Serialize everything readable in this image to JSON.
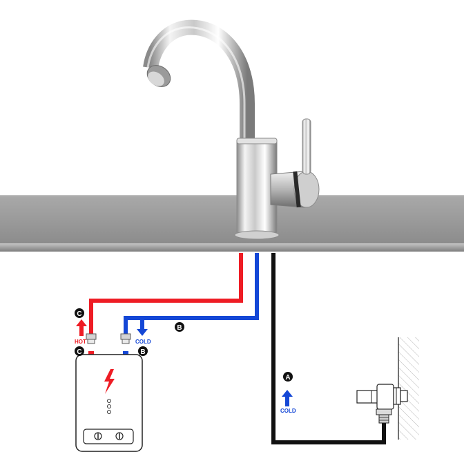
{
  "labels": {
    "hot": "HOT",
    "cold_heater": "COLD",
    "cold_supply": "COLD"
  },
  "badges": {
    "a": "A",
    "b_upper": "B",
    "b_lower": "B",
    "c_upper": "C",
    "c_lower": "C"
  },
  "colors": {
    "hot": "#ee1c24",
    "cold": "#1447d6",
    "supply": "#111111",
    "counter_top": "#b5b5b5",
    "counter_bottom": "#8a8a8a",
    "chrome": "#c8c8c8"
  },
  "icons": {
    "heater_symbol": "lightning-icon",
    "arrow_up": "arrow-up-icon",
    "arrow_down": "arrow-down-icon"
  }
}
